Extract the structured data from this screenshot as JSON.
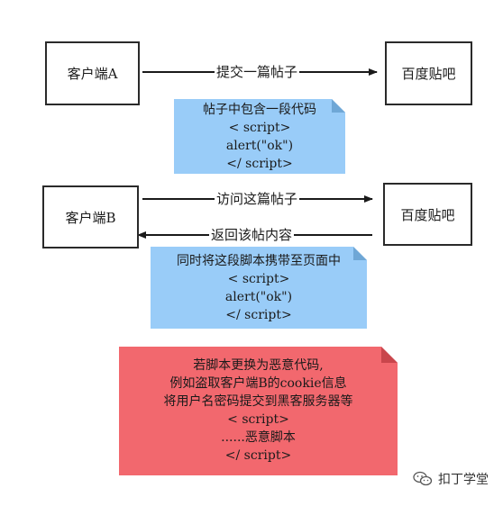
{
  "nodes": {
    "client_a": "客户端A",
    "client_b": "客户端B",
    "baidu_tieba_1": "百度贴吧",
    "baidu_tieba_2": "百度贴吧"
  },
  "edges": {
    "submit_post": "提交一篇帖子",
    "visit_post": "访问这篇帖子",
    "return_content": "返回该帖内容"
  },
  "notes": {
    "post_code": [
      "帖子中包含一段代码",
      "< script>",
      "alert(\"ok\")",
      "</ script>"
    ],
    "page_code": [
      "同时将这段脚本携带至页面中",
      "< script>",
      "alert(\"ok\")",
      "</ script>"
    ],
    "malicious": [
      "若脚本更换为恶意代码,",
      "例如盗取客户端B的cookie信息",
      "将用户名密码提交到黑客服务器等",
      "< script>",
      "......恶意脚本",
      "</ script>"
    ]
  },
  "colors": {
    "blue_note": "#99ccf8",
    "blue_fold": "#6fa7d6",
    "red_note": "#f2686e",
    "red_fold": "#c9464c"
  },
  "watermark": {
    "icon": "wechat-icon",
    "text": "扣丁学堂"
  }
}
